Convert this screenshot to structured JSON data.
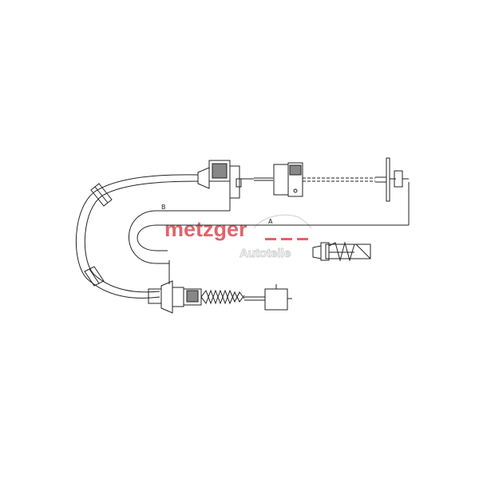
{
  "dimensions": {
    "a_label": "A",
    "b_label": "B"
  },
  "watermark": {
    "brand": "metzger",
    "sub": "Autoteile",
    "brand_color": "#e0646a"
  },
  "colors": {
    "line": "#222222",
    "background": "#ffffff"
  }
}
